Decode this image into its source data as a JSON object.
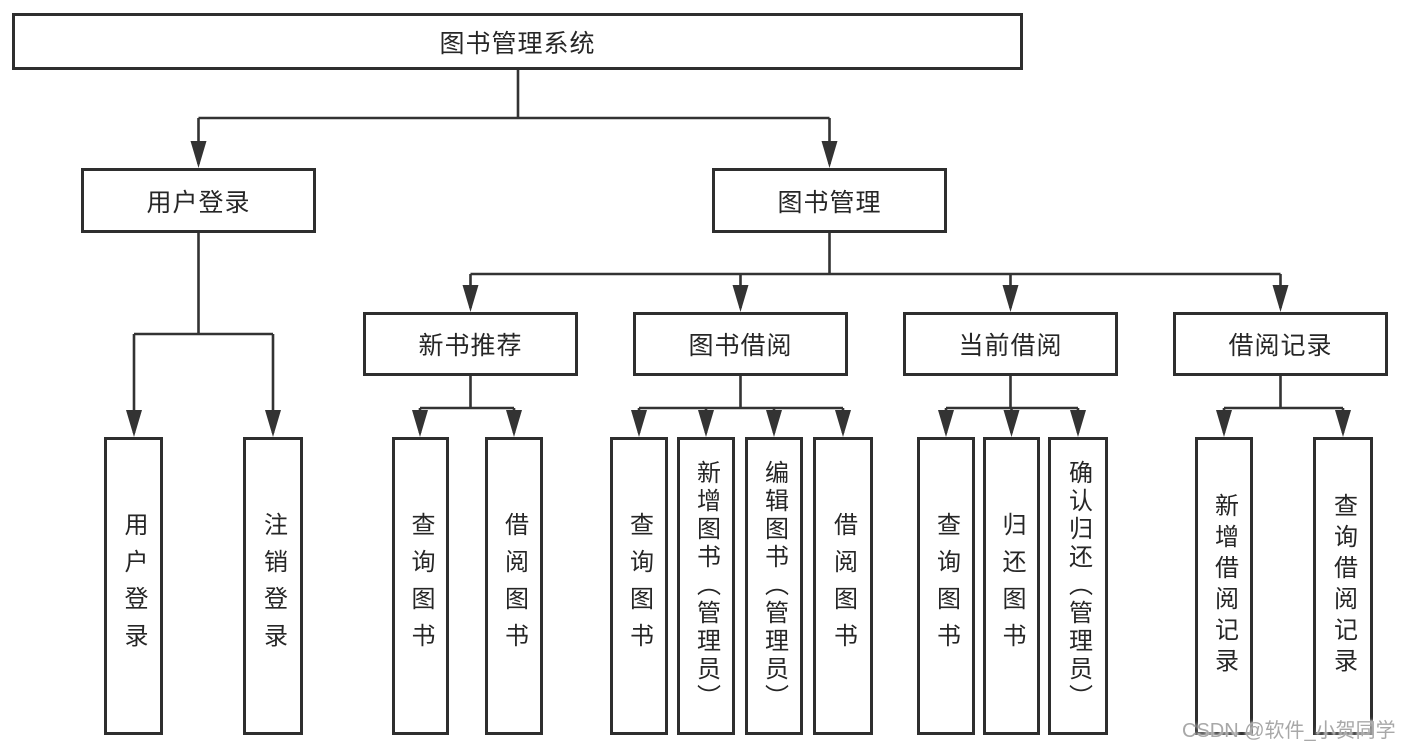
{
  "diagram": {
    "type": "hierarchy-tree",
    "colors": {
      "line": "#333333",
      "box_border": "#2e2e2e",
      "box_fill": "#ffffff",
      "text": "#262626",
      "watermark": "#a8a8a8"
    },
    "root": {
      "label": "图书管理系统"
    },
    "level2": [
      {
        "label": "用户登录"
      },
      {
        "label": "图书管理"
      }
    ],
    "level3": [
      {
        "label": "新书推荐",
        "parent": "图书管理"
      },
      {
        "label": "图书借阅",
        "parent": "图书管理"
      },
      {
        "label": "当前借阅",
        "parent": "图书管理"
      },
      {
        "label": "借阅记录",
        "parent": "图书管理"
      }
    ],
    "leaves": [
      {
        "label": "用户登录",
        "parent": "用户登录"
      },
      {
        "label": "注销登录",
        "parent": "用户登录"
      },
      {
        "label": "查询图书",
        "parent": "新书推荐"
      },
      {
        "label": "借阅图书",
        "parent": "新书推荐"
      },
      {
        "label": "查询图书",
        "parent": "图书借阅"
      },
      {
        "label": "新增图书（管理员）",
        "parent": "图书借阅"
      },
      {
        "label": "编辑图书（管理员）",
        "parent": "图书借阅"
      },
      {
        "label": "借阅图书",
        "parent": "图书借阅"
      },
      {
        "label": "查询图书",
        "parent": "当前借阅"
      },
      {
        "label": "归还图书",
        "parent": "当前借阅"
      },
      {
        "label": "确认归还（管理员）",
        "parent": "当前借阅"
      },
      {
        "label": "新增借阅记录",
        "parent": "借阅记录"
      },
      {
        "label": "查询借阅记录",
        "parent": "借阅记录"
      }
    ],
    "watermark": "CSDN @软件_小贺同学"
  }
}
